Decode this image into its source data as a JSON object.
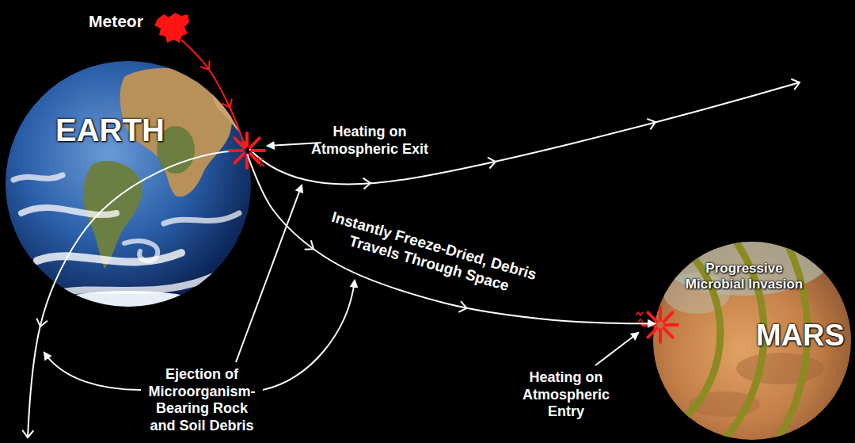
{
  "diagram": {
    "nodes": [
      {
        "text": [
          "Meteor"
        ]
      },
      {
        "text": [
          "EARTH"
        ]
      },
      {
        "text": [
          "Progressive Microbial Invasion",
          "MARS"
        ]
      }
    ],
    "edges": [
      {
        "from": 0,
        "to": 1,
        "arrow": "to"
      },
      {
        "from": 1,
        "to": 2,
        "arrow": "to",
        "label": "Instantly Freeze-Dried, Debris Travels Through Space"
      }
    ],
    "labels": [
      "Heating on Atmospheric Exit",
      "Ejection of Microorganism-Bearing Rock and Soil Debris",
      "Heating on Atmospheric Entry"
    ]
  }
}
